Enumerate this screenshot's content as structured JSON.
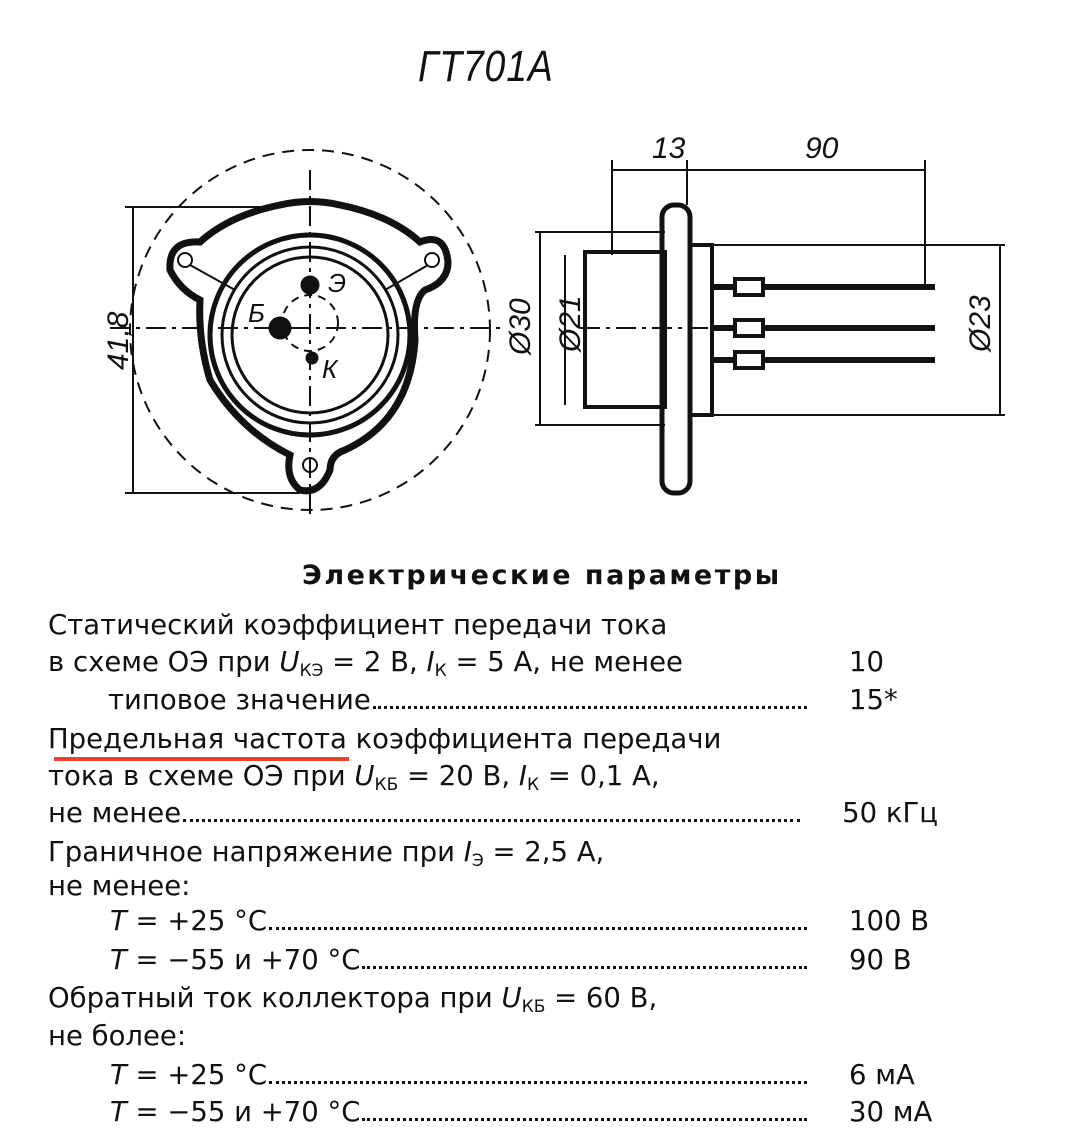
{
  "title": "ГТ701А",
  "drawing": {
    "dims": {
      "height": "41,8",
      "d30": "Ø30",
      "d21": "Ø21",
      "d23": "Ø23",
      "len13": "13",
      "len90": "90"
    },
    "pins": {
      "emitter": "Э",
      "base": "Б",
      "collector": "К"
    }
  },
  "annotation": {
    "arrow_color": "#e8412c"
  },
  "heading": "Электрические параметры",
  "params": {
    "l1": "Статический коэффициент передачи тока",
    "l2": {
      "a": "в схеме ОЭ при ",
      "u": "U",
      "us": "КЭ",
      "b": " = 2 В, ",
      "i": "I",
      "is": "К",
      "c": " = 5 А, не менее",
      "v": "10"
    },
    "l3": {
      "a": "типовое значение",
      "v": "15*"
    },
    "l4": {
      "hl": "Предельная частота",
      "b": " коэффициента передачи"
    },
    "l5": {
      "a": "тока в схеме ОЭ при ",
      "u": "U",
      "us": "КБ",
      "b": " = 20 В, ",
      "i": "I",
      "is": "К",
      "c": " = 0,1 А,"
    },
    "l6": {
      "a": "не менее",
      "v": "50 кГц"
    },
    "l7": {
      "a": "Граничное напряжение при ",
      "i": "I",
      "is": "Э",
      "c": " = 2,5 А,"
    },
    "l8": "не менее:",
    "l9": {
      "t": "T",
      "a": " = +25 °C",
      "v": "100 В"
    },
    "l10": {
      "t": "T",
      "a": " = −55 и +70 °C",
      "v": "90 В"
    },
    "l11": {
      "a": "Обратный ток коллектора при ",
      "u": "U",
      "us": "КБ",
      "c": " = 60 В,"
    },
    "l12": "не более:",
    "l13": {
      "t": "T",
      "a": " = +25 °C",
      "v": "6 мА"
    },
    "l14": {
      "t": "T",
      "a": " = −55 и +70 °C",
      "v": "30 мА"
    }
  }
}
